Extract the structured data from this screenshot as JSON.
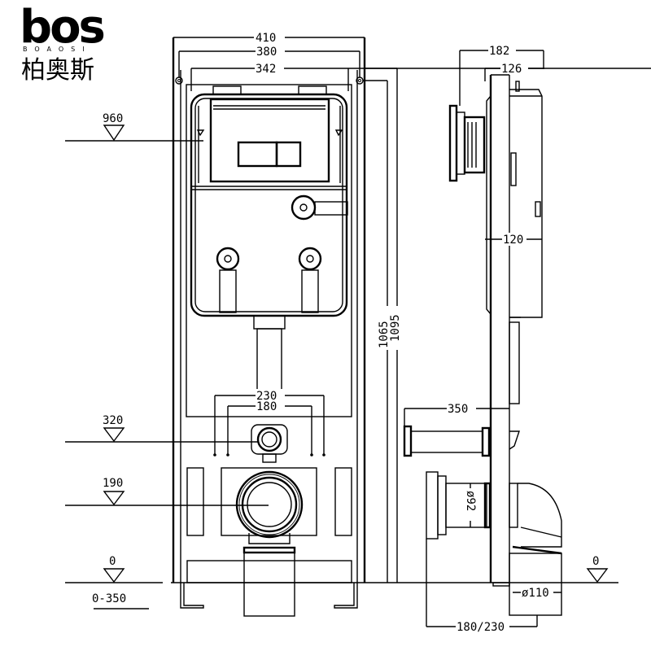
{
  "brand": {
    "logo_text": "bos",
    "romanized": "BOAOSI",
    "chinese_name": "柏奥斯"
  },
  "front_view": {
    "width_dimensions": {
      "frame_outer": "410",
      "mounting_holes": "380",
      "inner": "342"
    },
    "height_dimensions": {
      "inner_height": "1065",
      "outer_height": "1095"
    },
    "inlet_spacing": {
      "outer": "230",
      "inner": "180"
    },
    "levels": {
      "flush_plate": "960",
      "water_inlet": "320",
      "drain_center": "190",
      "floor": "0",
      "floor_adjust_range": "0-350"
    }
  },
  "side_view": {
    "depth_dimensions": {
      "total_depth": "182",
      "tank_depth": "126",
      "frame_depth": "120"
    },
    "pipe_length": "350",
    "connector_diameter": "ø92",
    "drain_diameter": "ø110",
    "drain_offset": "180/230",
    "floor_level": "0"
  }
}
